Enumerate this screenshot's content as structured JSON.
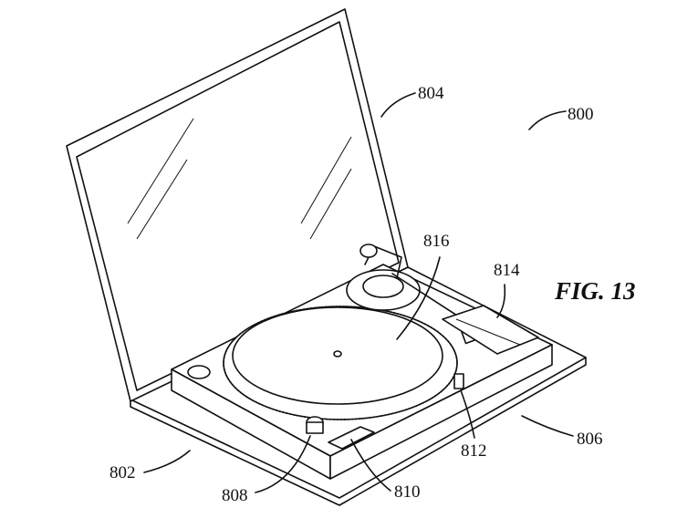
{
  "figure": {
    "title": "FIG. 13"
  },
  "refs": {
    "r800": "800",
    "r802": "802",
    "r804": "804",
    "r806": "806",
    "r808": "808",
    "r810": "810",
    "r812": "812",
    "r814": "814",
    "r816": "816"
  }
}
